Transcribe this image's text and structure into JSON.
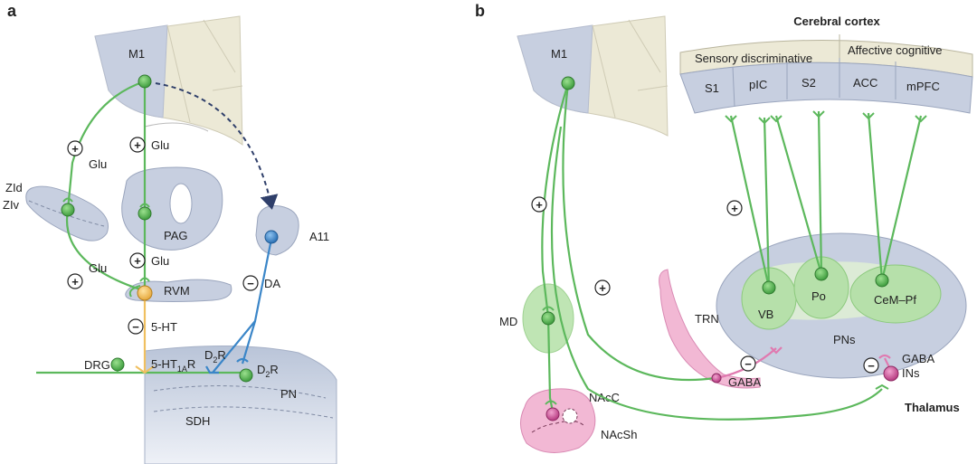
{
  "panels": {
    "a": "a",
    "b": "b"
  },
  "panel_a": {
    "m1": "M1",
    "plus": "+",
    "minus": "−",
    "glu": "Glu",
    "zid": "ZId",
    "ziv": "ZIv",
    "pag": "PAG",
    "a11": "A11",
    "rvm": "RVM",
    "da": "DA",
    "ht5": "5-HT",
    "drg": "DRG",
    "ht1a_pre": "5-HT",
    "ht1a_sub": "1A",
    "ht1a_post": "R",
    "d2_pre": "D",
    "d2_sub": "2",
    "d2_post": "R",
    "pn": "PN",
    "sdh": "SDH"
  },
  "panel_b": {
    "m1": "M1",
    "cerebral_cortex": "Cerebral cortex",
    "sensory": "Sensory discriminative",
    "affective": "Affective cognitive",
    "s1": "S1",
    "pic": "pIC",
    "s2": "S2",
    "acc": "ACC",
    "mpfc": "mPFC",
    "plus": "+",
    "minus": "−",
    "vb": "VB",
    "po": "Po",
    "cem": "CeM–Pf",
    "pns": "PNs",
    "trn": "TRN",
    "md": "MD",
    "gaba": "GABA",
    "gaba2": "GABA",
    "ins": "INs",
    "nacc": "NAcC",
    "nacsh": "NAcSh",
    "thalamus": "Thalamus"
  },
  "colors": {
    "green": "#5cb85c",
    "green_dark": "#3a8a3a",
    "blue": "#3b86c8",
    "yellow": "#f0c060",
    "pink": "#e07ab0",
    "region": "#c7cfe0",
    "cortex": "#ece9d6"
  }
}
